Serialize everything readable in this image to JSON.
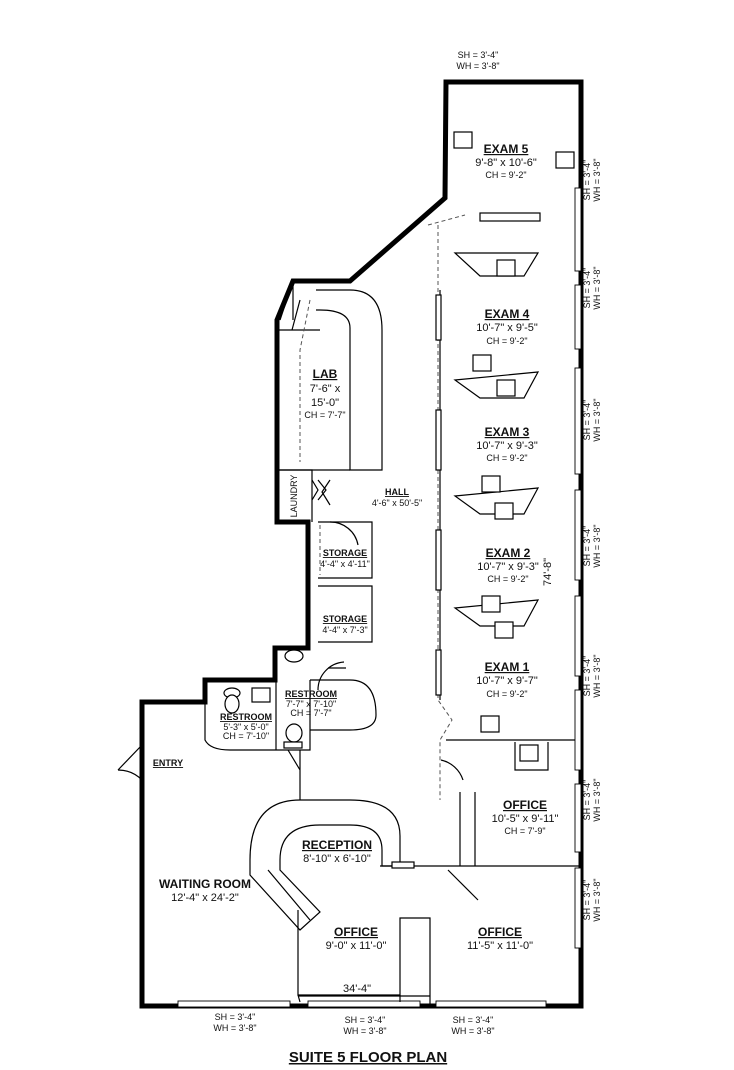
{
  "title": "SUITE 5 FLOOR PLAN",
  "rooms": {
    "exam5": {
      "name": "EXAM 5",
      "dims": "9'-8\" x 10'-6\"",
      "ch": "CH = 9'-2\""
    },
    "exam4": {
      "name": "EXAM 4",
      "dims": "10'-7\" x 9'-5\"",
      "ch": "CH = 9'-2\""
    },
    "exam3": {
      "name": "EXAM 3",
      "dims": "10'-7\" x 9'-3\"",
      "ch": "CH = 9'-2\""
    },
    "exam2": {
      "name": "EXAM 2",
      "dims": "10'-7\" x 9'-3\"",
      "ch": "CH = 9'-2\""
    },
    "exam1": {
      "name": "EXAM 1",
      "dims": "10'-7\" x 9'-7\"",
      "ch": "CH = 9'-2\""
    },
    "lab": {
      "name": "LAB",
      "dims1": "7'-6\" x",
      "dims2": "15'-0\"",
      "ch": "CH = 7'-7\""
    },
    "hall": {
      "name": "HALL",
      "dims": "4'-6\" x 50'-5\""
    },
    "laundry": {
      "name": "LAUNDRY"
    },
    "storage1": {
      "name": "STORAGE",
      "dims": "4'-4\" x 4'-11\""
    },
    "storage2": {
      "name": "STORAGE",
      "dims": "4'-4\" x 7'-3\""
    },
    "restroom1": {
      "name": "RESTROOM",
      "dims": "7'-7\" x 7'-10\"",
      "ch": "CH = 7'-7\""
    },
    "restroom2": {
      "name": "RESTROOM",
      "dims": "5'-3\" x 5'-0\"",
      "ch": "CH = 7'-10\""
    },
    "entry": {
      "name": "ENTRY"
    },
    "reception": {
      "name": "RECEPTION",
      "dims": "8'-10\" x 6'-10\""
    },
    "waiting": {
      "name": "WAITING ROOM",
      "dims": "12'-4\" x 24'-2\""
    },
    "office_right": {
      "name": "OFFICE",
      "dims": "10'-5\" x 9'-11\"",
      "ch": "CH = 7'-9\""
    },
    "office_mid": {
      "name": "OFFICE",
      "dims": "9'-0\" x 11'-0\""
    },
    "office_br": {
      "name": "OFFICE",
      "dims": "11'-5\" x 11'-0\""
    }
  },
  "overall_dims": {
    "length": "74'-8\"",
    "width": "34'-4\""
  },
  "windows": {
    "sh": "SH = 3'-4\"",
    "wh": "WH = 3'-8\""
  }
}
